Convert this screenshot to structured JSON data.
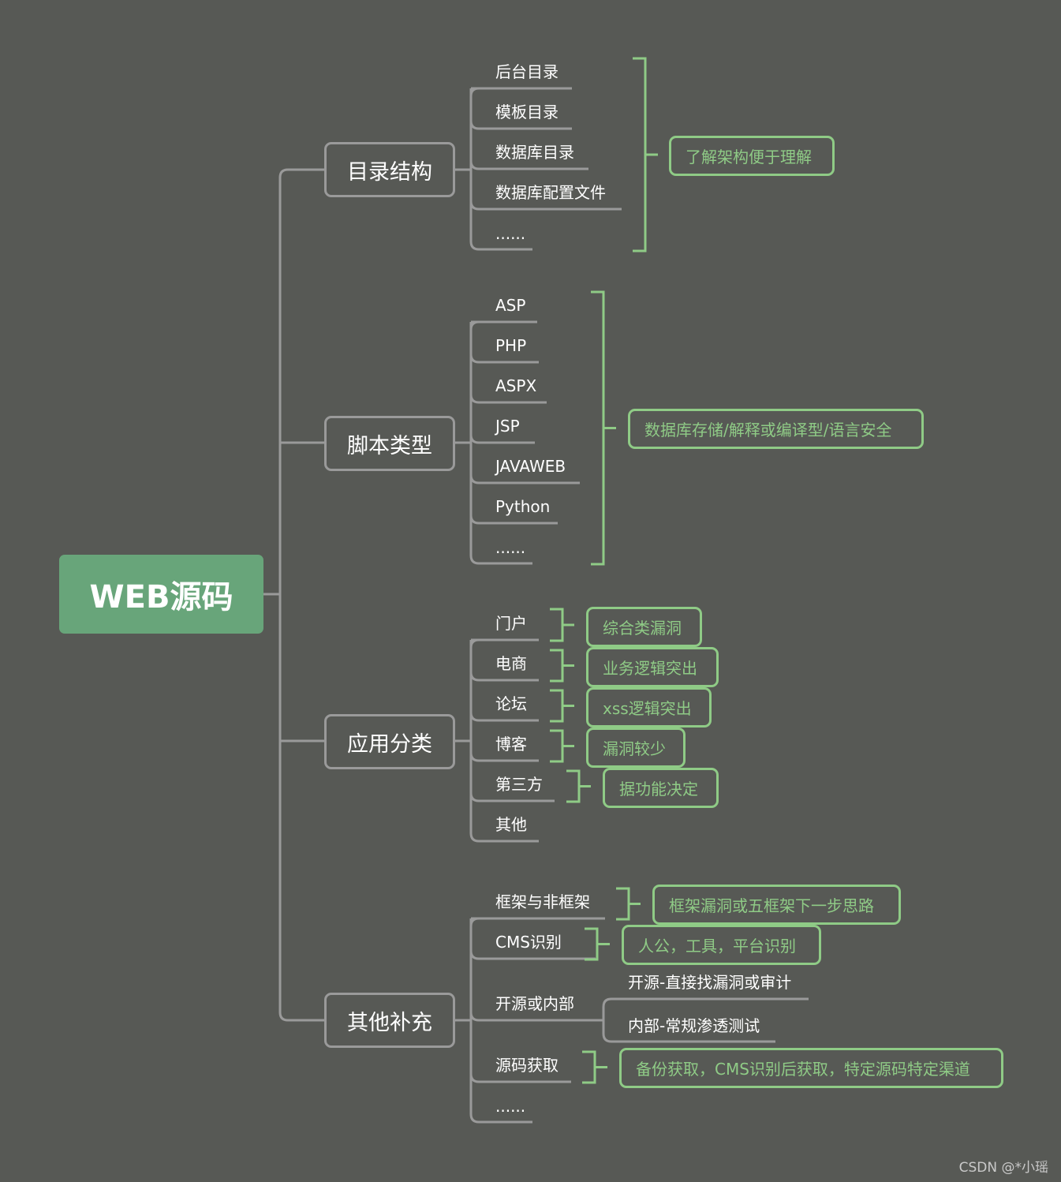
{
  "root": {
    "label": "WEB源码"
  },
  "branches": [
    {
      "label": "目录结构",
      "items": [
        "后台目录",
        "模板目录",
        "数据库目录",
        "数据库配置文件",
        "......"
      ],
      "group_note": "了解架构便于理解"
    },
    {
      "label": "脚本类型",
      "items": [
        "ASP",
        "PHP",
        "ASPX",
        "JSP",
        "JAVAWEB",
        "Python",
        "......"
      ],
      "group_note": "数据库存储/解释或编译型/语言安全"
    },
    {
      "label": "应用分类",
      "items": [
        {
          "label": "门户",
          "note": "综合类漏洞"
        },
        {
          "label": "电商",
          "note": "业务逻辑突出"
        },
        {
          "label": "论坛",
          "note": "xss逻辑突出"
        },
        {
          "label": "博客",
          "note": "漏洞较少"
        },
        {
          "label": "第三方",
          "note": "据功能决定"
        },
        {
          "label": "其他"
        }
      ]
    },
    {
      "label": "其他补充",
      "items": [
        {
          "label": "框架与非框架",
          "note": "框架漏洞或五框架下一步思路"
        },
        {
          "label": "CMS识别",
          "note": "人公，工具，平台识别"
        },
        {
          "label": "开源或内部",
          "children": [
            "开源-直接找漏洞或审计",
            "内部-常规渗透测试"
          ]
        },
        {
          "label": "源码获取",
          "note": "备份获取，CMS识别后获取，特定源码特定渠道"
        },
        {
          "label": "......"
        }
      ]
    }
  ],
  "watermark": "CSDN @*小瑶",
  "colors": {
    "background": "#575955",
    "root_fill": "#68a57a",
    "connector": "#9a9a9a",
    "note_green": "#8fcb86",
    "text": "#ffffff"
  }
}
